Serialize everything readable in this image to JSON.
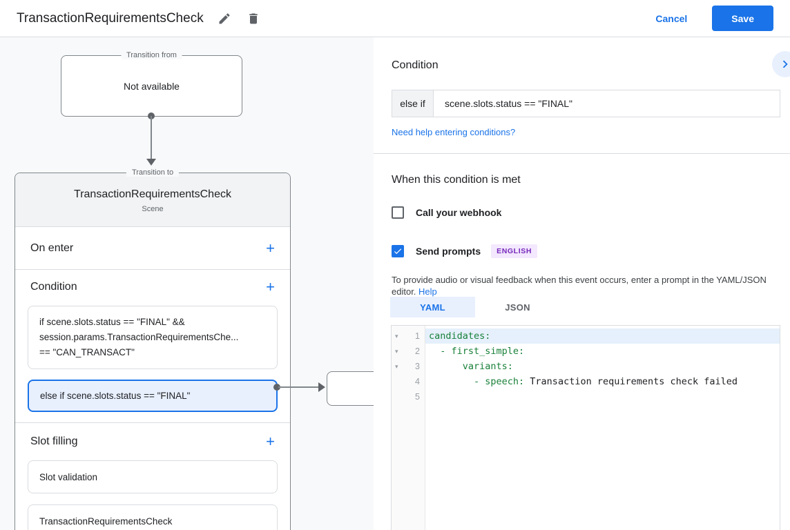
{
  "icons": {
    "plus": "+",
    "fold_arrow": "▾"
  },
  "colors": {
    "accent": "#1a73e8",
    "selected_bg": "#e8f0fe",
    "badge_bg": "#f3e8fd",
    "badge_text": "#7627bb",
    "code_key": "#188038"
  },
  "topbar": {
    "title": "TransactionRequirementsCheck",
    "cancel": "Cancel",
    "save": "Save"
  },
  "canvas": {
    "transition_from": {
      "legend": "Transition from",
      "text": "Not available"
    },
    "scene_card": {
      "legend": "Transition to",
      "title": "TransactionRequirementsCheck",
      "subtitle": "Scene",
      "on_enter_label": "On enter",
      "condition_label": "Condition",
      "condition_cards": {
        "first": {
          "line1": "if scene.slots.status == \"FINAL\" &&",
          "line2": "session.params.TransactionRequirementsChe...",
          "line3": "== \"CAN_TRANSACT\""
        },
        "selected": {
          "text": "else if scene.slots.status == \"FINAL\""
        }
      },
      "slot_filling_label": "Slot filling",
      "slot_items": [
        "Slot validation",
        "TransactionRequirementsCheck"
      ]
    }
  },
  "panel": {
    "heading": "Condition",
    "condition_row": {
      "prefix": "else if",
      "value": "scene.slots.status == \"FINAL\""
    },
    "help_link": "Need help entering conditions?",
    "met_heading": "When this condition is met",
    "webhook": {
      "label": "Call your webhook",
      "checked": false
    },
    "prompts": {
      "label": "Send prompts",
      "checked": true,
      "badge": "ENGLISH"
    },
    "description": "To provide audio or visual feedback when this event occurs, enter a prompt in the YAML/JSON editor.",
    "description_link": "Help",
    "tabs": {
      "yaml": "YAML",
      "json": "JSON",
      "active": "YAML"
    },
    "editor": {
      "lines": [
        {
          "num": "1",
          "fold": "▾",
          "key": "candidates:",
          "value": "",
          "active": true
        },
        {
          "num": "2",
          "fold": "▾",
          "key": "  - first_simple:",
          "value": ""
        },
        {
          "num": "3",
          "fold": "▾",
          "key": "      variants:",
          "value": ""
        },
        {
          "num": "4",
          "fold": "",
          "key": "        - speech:",
          "value": " Transaction requirements check failed"
        },
        {
          "num": "5",
          "fold": "",
          "key": "",
          "value": ""
        }
      ]
    }
  }
}
